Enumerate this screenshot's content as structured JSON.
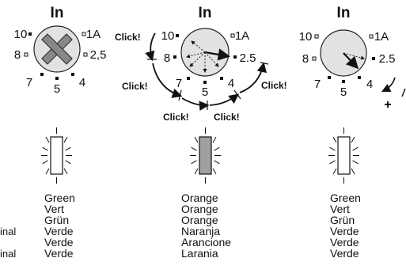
{
  "diagram": {
    "dials": [
      {
        "heading": "In",
        "labels": {
          "ten": "10",
          "eight": "8",
          "seven": "7",
          "five": "5",
          "four": "4",
          "two_five": "2,5",
          "one_a": "1A"
        }
      },
      {
        "heading": "In",
        "labels": {
          "ten": "10",
          "eight": "8",
          "seven": "7",
          "five": "5",
          "four": "4",
          "two_five": "2.5",
          "one_a": "1A"
        },
        "click_labels": [
          "Click!",
          "Click!",
          "Click!",
          "Click!",
          "Click!"
        ]
      },
      {
        "heading": "In",
        "labels": {
          "ten": "10",
          "eight": "8",
          "seven": "7",
          "five": "5",
          "four": "4",
          "two_five": "2.5",
          "one_a": "1A"
        },
        "plus_sign": "+"
      }
    ],
    "indicators": [
      {
        "state": "flashing",
        "lamp_color": "#ffffff"
      },
      {
        "state": "steady",
        "lamp_color": "#a0a0a0"
      },
      {
        "state": "flashing",
        "lamp_color": "#ffffff"
      }
    ],
    "color_lists": [
      [
        "Green",
        "Vert",
        "Grün",
        "Verde",
        "Verde",
        "Verde"
      ],
      [
        "Orange",
        "Orange",
        "Orange",
        "Naranja",
        "Arancione",
        "Larania"
      ],
      [
        "Green",
        "Vert",
        "Grün",
        "Verde",
        "Verde",
        "Verde"
      ]
    ],
    "side_labels": [
      "inal",
      "inal"
    ]
  }
}
